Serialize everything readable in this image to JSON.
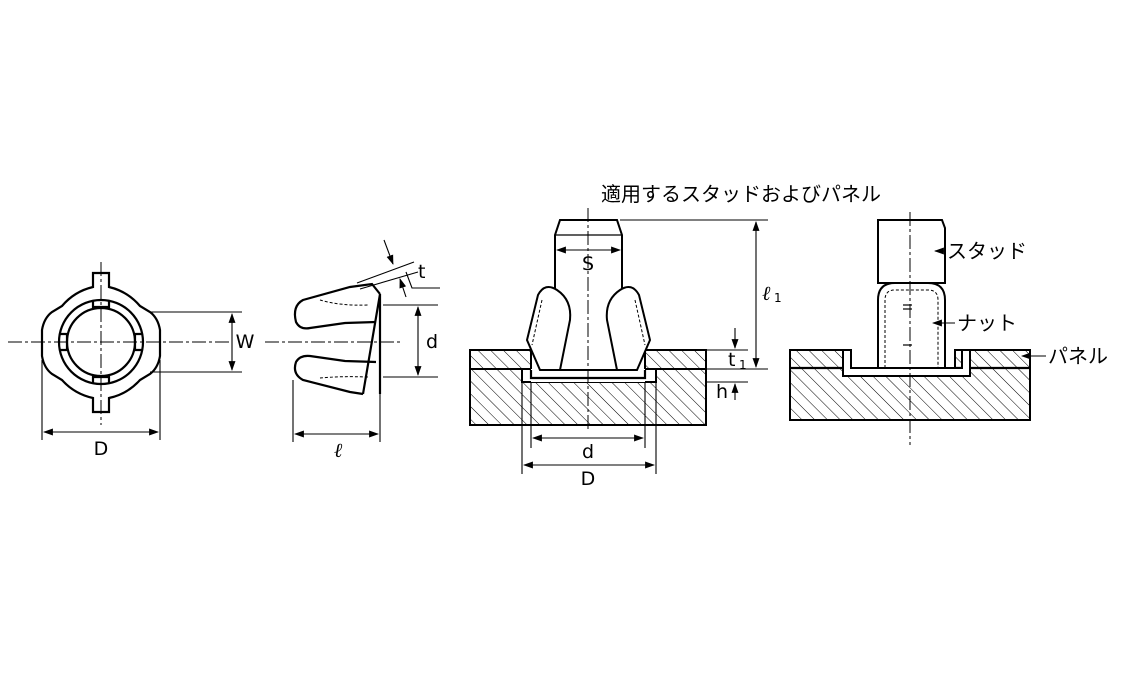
{
  "labels": {
    "front_D": "D",
    "front_W": "W",
    "side_t": "t",
    "side_d": "d",
    "side_l": "ℓ",
    "inst_S": "S",
    "inst_l1_main": "ℓ",
    "inst_l1_sub": "1",
    "inst_t1_main": "t",
    "inst_t1_sub": "1",
    "inst_h": "h",
    "inst_d": "d",
    "inst_D": "D",
    "title": "適用するスタッドおよびパネル",
    "stud": "スタッド",
    "nut": "ナット",
    "panel": "パネル"
  }
}
